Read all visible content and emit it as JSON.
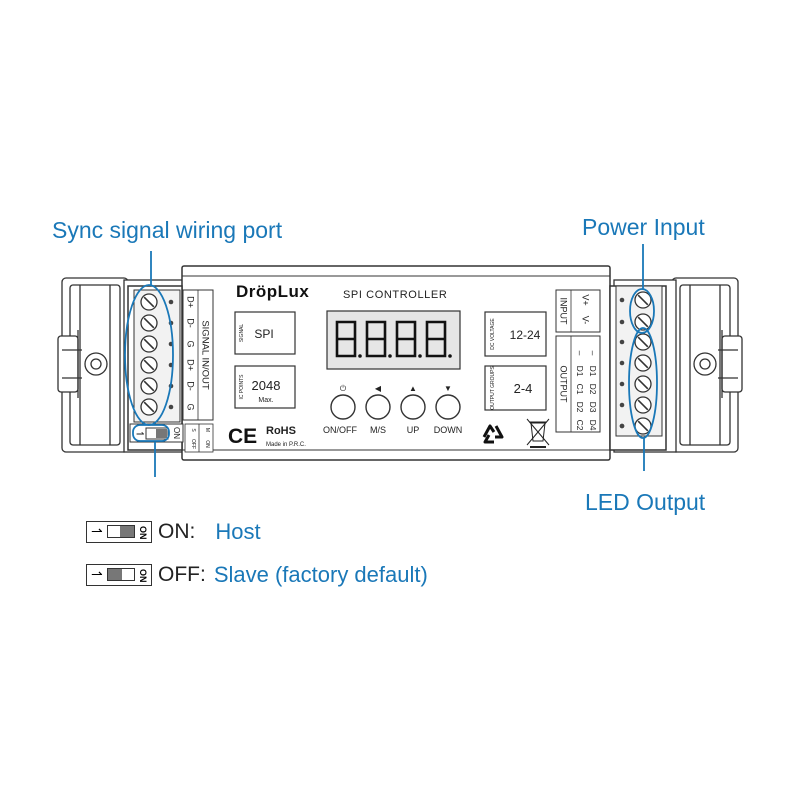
{
  "callouts": {
    "sync": "Sync signal wiring port",
    "power": "Power Input",
    "led": "LED Output"
  },
  "device": {
    "brand": "DröpLux",
    "title": "SPI CONTROLLER",
    "display": "8.8.8.8.",
    "signal_box": {
      "label": "SIGNAL",
      "value": "SPI"
    },
    "ic_box": {
      "label": "IC POINTS",
      "value": "2048",
      "sub": "Max."
    },
    "voltage_box": {
      "label": "DC VOLTAGE",
      "value": "12-24"
    },
    "groups_box": {
      "label": "OUTPUT GROUPS",
      "value": "2-4"
    },
    "left_terminal": {
      "pins": [
        "D+",
        "D-",
        "G",
        "D+",
        "D-",
        "G"
      ],
      "header": "SIGNAL IN/OUT"
    },
    "dip": {
      "on_label": "ON",
      "s_label": "S",
      "off_label": "OFF",
      "m_label": "M",
      "on_small": "ON"
    },
    "buttons": [
      {
        "icon": "power-icon",
        "glyph": "⏻",
        "label": "ON/OFF"
      },
      {
        "icon": "left-triangle-icon",
        "glyph": "◀",
        "label": "M/S"
      },
      {
        "icon": "up-triangle-icon",
        "glyph": "▲",
        "label": "UP"
      },
      {
        "icon": "down-triangle-icon",
        "glyph": "▼",
        "label": "DOWN"
      }
    ],
    "input_header": "INPUT",
    "input_pins": [
      "V-",
      "V+"
    ],
    "output_header": "OUTPUT",
    "output_cols": [
      [
        "C2",
        "D2",
        "C1",
        "D1",
        "–"
      ],
      [
        "D4",
        "D3",
        "D2",
        "D1",
        "–"
      ]
    ],
    "ce": "CE",
    "rohs": "RoHS",
    "made_in": "Made in P.R.C."
  },
  "legend": {
    "on": {
      "switch": "ON",
      "key": "ON:",
      "value": "Host"
    },
    "off": {
      "switch": "ON",
      "key": "OFF:",
      "value": "Slave (factory default)"
    }
  },
  "colors": {
    "callout": "#1a78b8",
    "line": "#333333",
    "display_bg": "#e6e6e6",
    "terminal": "#f2f2f2"
  }
}
